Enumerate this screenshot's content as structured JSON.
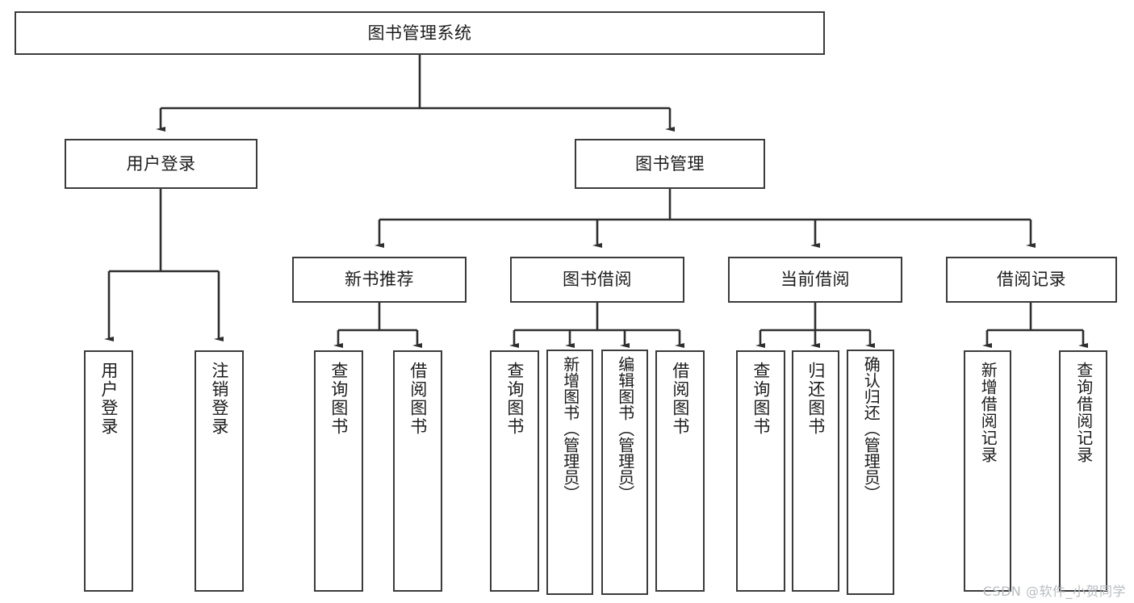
{
  "diagram": {
    "type": "tree-hierarchy",
    "title": "图书管理系统",
    "watermark": "CSDN @软件_小贺同学",
    "colors": {
      "stroke": "#3b3b3b",
      "fill": "#ffffff",
      "text": "#1c1c1c",
      "watermark": "#b9bcc0"
    },
    "nodes": {
      "root": "图书管理系统",
      "level1": [
        "用户登录",
        "图书管理"
      ],
      "level2": [
        "新书推荐",
        "图书借阅",
        "当前借阅",
        "借阅记录"
      ],
      "leaves": {
        "user_login": [
          "用户登录",
          "注销登录"
        ],
        "new_book_recommend": [
          "查询图书",
          "借阅图书"
        ],
        "book_borrow": [
          "查询图书",
          "新增图书（管理员）",
          "编辑图书（管理员）",
          "借阅图书"
        ],
        "current_borrow": [
          "查询图书",
          "归还图书",
          "确认归还（管理员）"
        ],
        "borrow_record": [
          "新增借阅记录",
          "查询借阅记录"
        ]
      }
    }
  }
}
